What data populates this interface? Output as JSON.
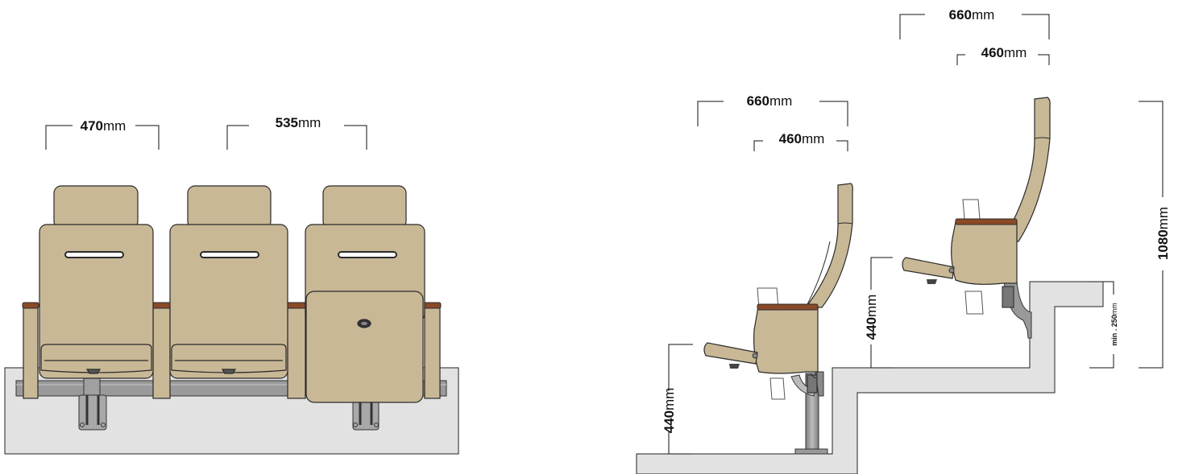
{
  "colors": {
    "seat": "#c8b896",
    "seat_stroke": "#2a2a2a",
    "armrest_wood": "#8a4a28",
    "floor": "#e2e2e2",
    "metal": "#9a9a9a"
  },
  "front_view": {
    "dimensions": [
      {
        "value": "470",
        "unit": "mm"
      },
      {
        "value": "535",
        "unit": "mm"
      }
    ]
  },
  "side_view_lower": {
    "dimensions": [
      {
        "value": "660",
        "unit": "mm"
      },
      {
        "value": "460",
        "unit": "mm"
      },
      {
        "value": "440",
        "unit": "mm"
      }
    ]
  },
  "side_view_upper": {
    "dimensions": [
      {
        "value": "660",
        "unit": "mm"
      },
      {
        "value": "460",
        "unit": "mm"
      },
      {
        "value": "440",
        "unit": "mm"
      },
      {
        "value": "1080",
        "unit": "mm"
      },
      {
        "value": "min . 250",
        "unit": "mm"
      }
    ]
  }
}
